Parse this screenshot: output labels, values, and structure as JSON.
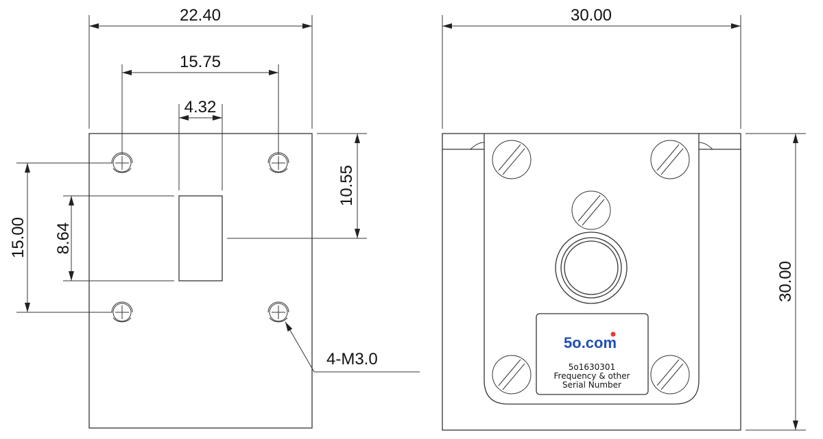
{
  "left_view": {
    "dims": {
      "overall_width": "22.40",
      "hole_spacing_x": "15.75",
      "slot_width": "4.32",
      "slot_offset": "10.55",
      "hole_spacing_y": "15.00",
      "slot_height": "8.64"
    },
    "callout": "4-M3.0"
  },
  "right_view": {
    "dims": {
      "overall_width": "30.00",
      "overall_height": "30.00"
    },
    "label": {
      "logo_main": "5o",
      "logo_suffix": ".com",
      "part_number": "5o1630301",
      "line2": "Frequency & other",
      "line3": "Serial Number"
    }
  },
  "colors": {
    "line": "#333333",
    "logo_blue": "#1e4fb5",
    "logo_dot": "#e53935"
  }
}
